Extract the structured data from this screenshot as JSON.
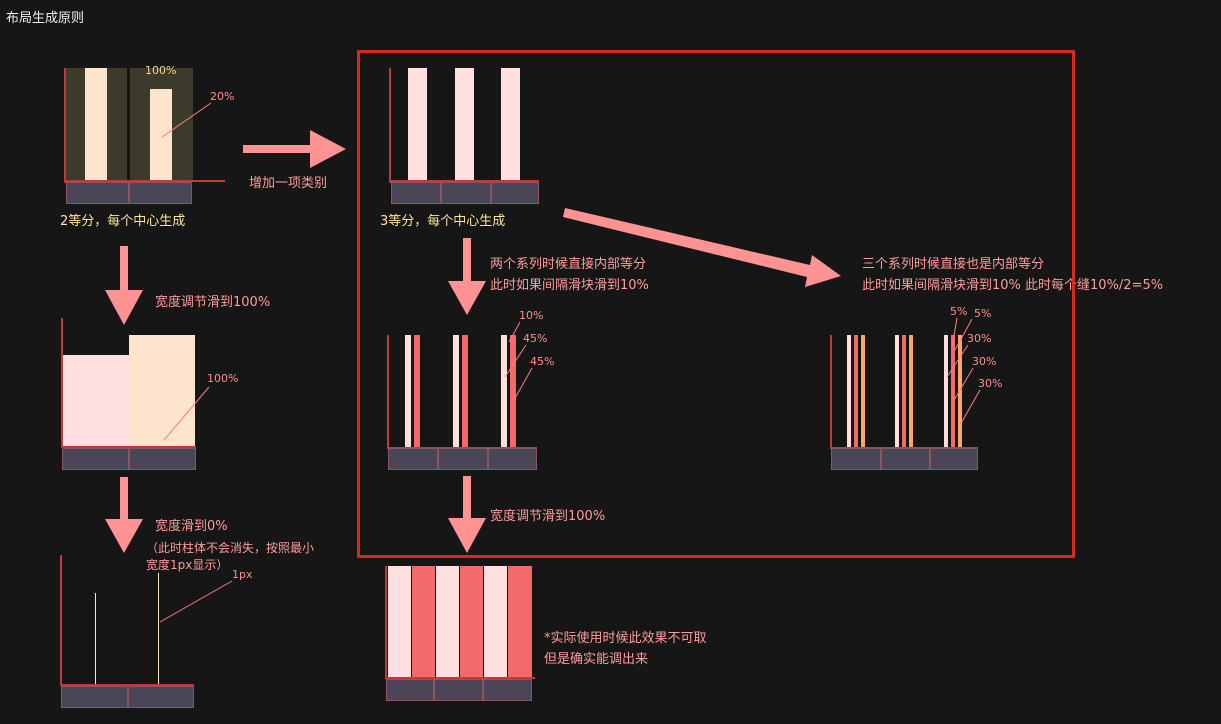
{
  "title": "布局生成原则",
  "top_left": {
    "caption": "2等分，每个中心生成",
    "label_100": "100%",
    "label_20": "20%"
  },
  "arrow_right_label": "增加一项类别",
  "top_mid": {
    "caption": "3等分，每个中心生成"
  },
  "width_to_100": {
    "label": "宽度调节滑到100%",
    "pct": "100%"
  },
  "width_to_0": {
    "label": "宽度滑到0%",
    "note1": "（此时柱体不会消失，按照最小",
    "note2": "宽度1px显示）",
    "pct": "1px"
  },
  "two_series": {
    "line1": "两个系列时候直接内部等分",
    "line2": "此时如果间隔滑块滑到10%",
    "p1": "10%",
    "p2": "45%",
    "p3": "45%"
  },
  "three_series": {
    "line1": "三个系列时候直接也是内部等分",
    "line2": "此时如果间隔滑块滑到10% 此时每个缝10%/2=5%",
    "p1": "5%",
    "p2": "5%",
    "p3": "30%",
    "p4": "30%",
    "p5": "30%"
  },
  "bottom_mid": {
    "label": "宽度调节滑到100%",
    "note1": "*实际使用时候此效果不可取",
    "note2": "但是确实能调出来"
  },
  "colors": {
    "bg": "#161616",
    "axis": "#c0393b",
    "arrow": "#ff9393",
    "frame": "#d42a20",
    "bar_light": "#ffdfdf",
    "bar_peach": "#fde4cc",
    "bar_red": "#f26a6a",
    "bar_orange": "#f9a868",
    "band": "#3b3a2b",
    "cell": "#4a4658"
  }
}
